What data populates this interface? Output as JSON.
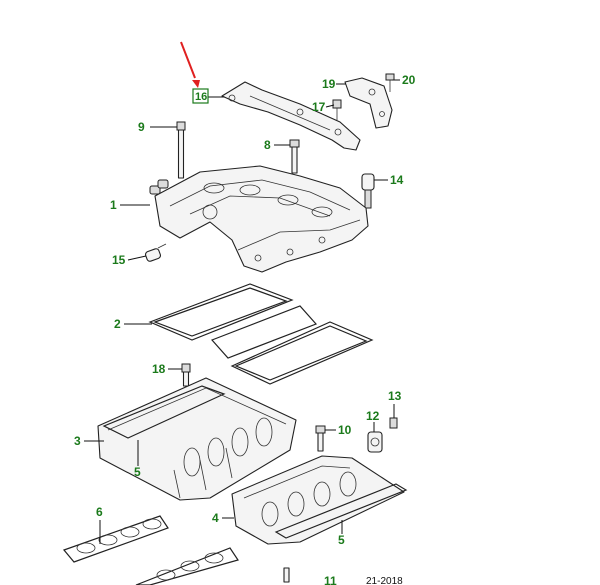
{
  "diagram": {
    "highlight_color": "#e02020",
    "callout_color": "#1b7a1b",
    "highlighted_part": "16",
    "callouts": {
      "c1": "1",
      "c2": "2",
      "c3": "3",
      "c4": "4",
      "c5a": "5",
      "c5b": "5",
      "c6": "6",
      "c8": "8",
      "c9": "9",
      "c10": "10",
      "c11": "11",
      "c12": "12",
      "c13": "13",
      "c14": "14",
      "c15": "15",
      "c16": "16",
      "c17": "17",
      "c18": "18",
      "c19": "19",
      "c20": "20"
    },
    "reference_code": "21-2018"
  }
}
